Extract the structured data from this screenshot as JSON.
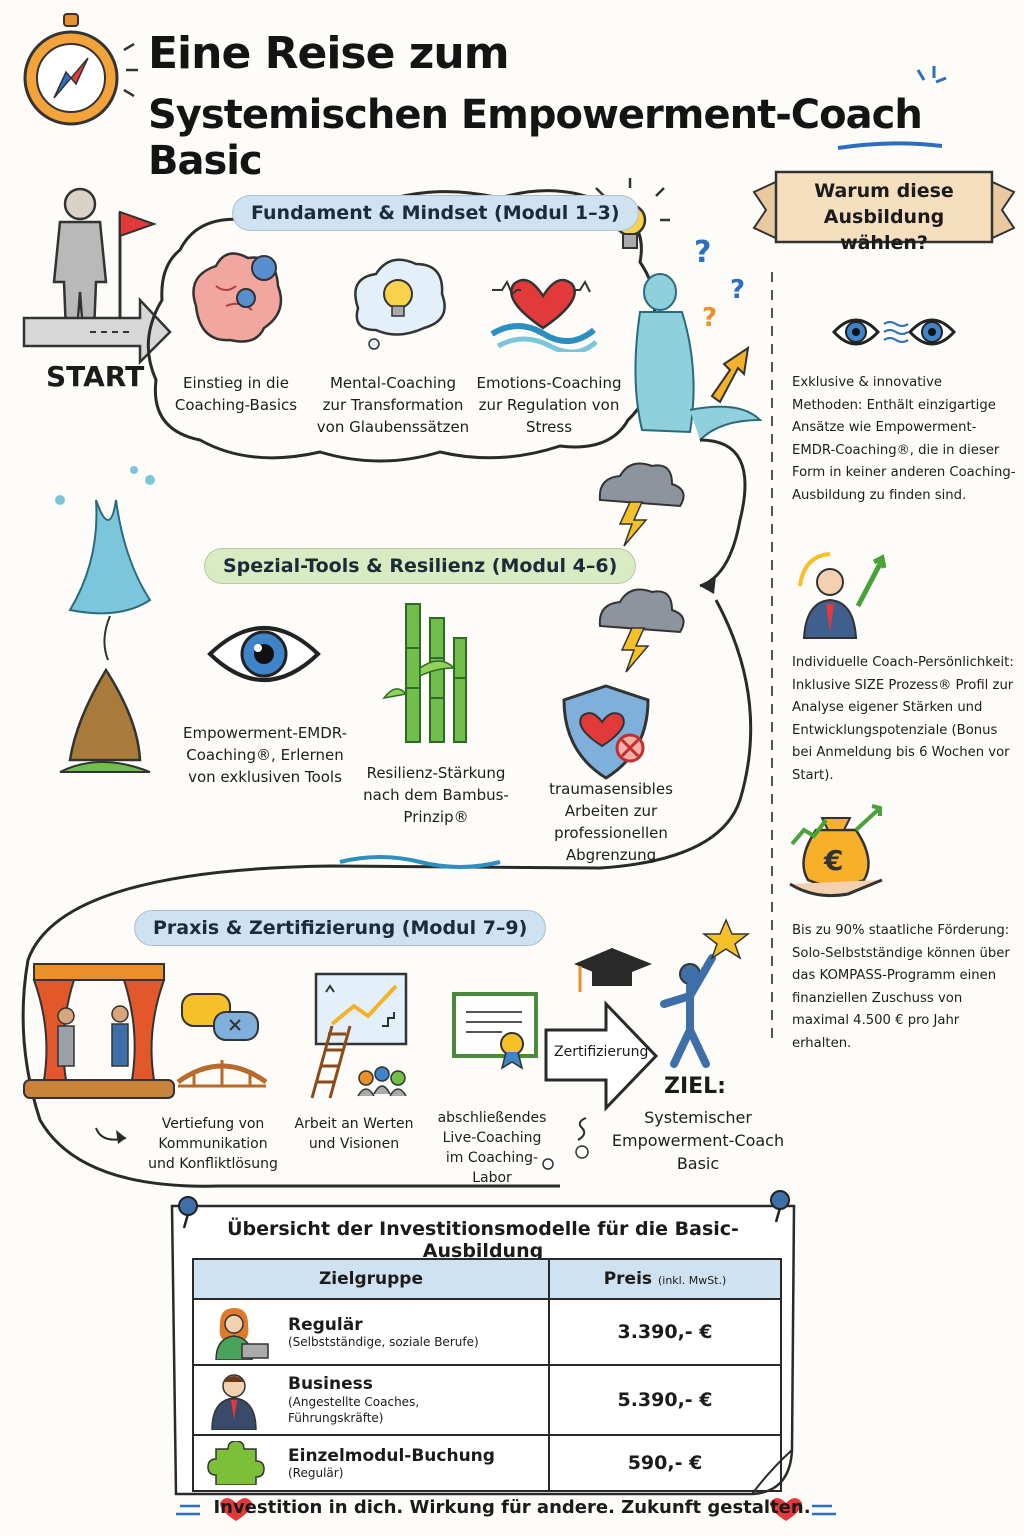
{
  "header": {
    "title_line1": "Eine Reise zum",
    "title_line2": "Systemischen Empowerment-Coach Basic"
  },
  "start_label": "START",
  "modules": [
    {
      "heading": "Fundament & Mindset (Modul 1–3)",
      "items": [
        {
          "icon": "brain-gears-icon",
          "text": "Einstieg in die Coaching-Basics"
        },
        {
          "icon": "lightbulb-cloud-icon",
          "text": "Mental-Coaching zur Transformation von Glaubenssätzen"
        },
        {
          "icon": "heart-wave-icon",
          "text": "Emotions-Coaching zur Regulation von Stress"
        }
      ]
    },
    {
      "heading": "Spezial-Tools & Resilienz (Modul 4–6)",
      "items": [
        {
          "icon": "eye-icon",
          "text": "Empowerment-EMDR-Coaching®, Erlernen von exklusiven Tools"
        },
        {
          "icon": "bamboo-icon",
          "text": "Resilienz-Stärkung nach dem Bambus-Prinzip®"
        },
        {
          "icon": "shield-heart-icon",
          "text": "traumasensibles Arbeiten zur professionellen Abgrenzung"
        }
      ]
    },
    {
      "heading": "Praxis & Zertifizierung (Modul 7–9)",
      "items": [
        {
          "icon": "speech-bubbles-bridge-icon",
          "text": "Vertiefung von Kommunikation und Konfliktlösung"
        },
        {
          "icon": "ladder-vision-icon",
          "text": "Arbeit an Werten und Visionen"
        },
        {
          "icon": "certificate-icon",
          "text": "abschließendes Live-Coaching im Coaching-Labor"
        }
      ]
    }
  ],
  "certification_arrow": "Zertifizierung",
  "goal": {
    "label": "ZIEL:",
    "text": "Systemischer Empowerment-Coach Basic"
  },
  "sidebar": {
    "banner": "Warum diese Ausbildung wählen?",
    "points": [
      {
        "icon": "eyes-icon",
        "text": "Exklusive & innovative Methoden: Enthält einzigartige Ansätze wie Empowerment-EMDR-Coaching®, die in dieser Form in keiner anderen Coaching-Ausbildung zu finden sind."
      },
      {
        "icon": "coach-growth-icon",
        "text": "Individuelle Coach-Persönlichkeit: Inklusive SIZE Prozess® Profil zur Analyse eigener Stärken und Entwicklungspotenziale (Bonus bei Anmeldung bis 6 Wochen vor Start)."
      },
      {
        "icon": "money-bag-icon",
        "text": "Bis zu 90% staatliche Förderung: Solo-Selbstständige können über das KOMPASS-Programm einen finanziellen Zuschuss von maximal 4.500 € pro Jahr erhalten."
      }
    ]
  },
  "pricing": {
    "title": "Übersicht der Investitionsmodelle für die Basic-Ausbildung",
    "col_group": "Zielgruppe",
    "col_price": "Preis",
    "col_price_note": "(inkl. MwSt.)",
    "rows": [
      {
        "icon": "woman-laptop-icon",
        "name": "Regulär",
        "detail": "(Selbstständige, soziale Berufe)",
        "price": "3.390,- €"
      },
      {
        "icon": "businessman-icon",
        "name": "Business",
        "detail": "(Angestellte Coaches, Führungskräfte)",
        "price": "5.390,- €"
      },
      {
        "icon": "puzzle-icon",
        "name": "Einzelmodul-Buchung",
        "detail": "(Regulär)",
        "price": "590,- €"
      }
    ]
  },
  "footer": "Investition in dich. Wirkung für andere. Zukunft gestalten.",
  "colors": {
    "pill_blue": "#cfe2f1",
    "pill_green": "#d8ebc2",
    "accent_orange": "#f29a2e",
    "heart_red": "#e23a3a"
  }
}
